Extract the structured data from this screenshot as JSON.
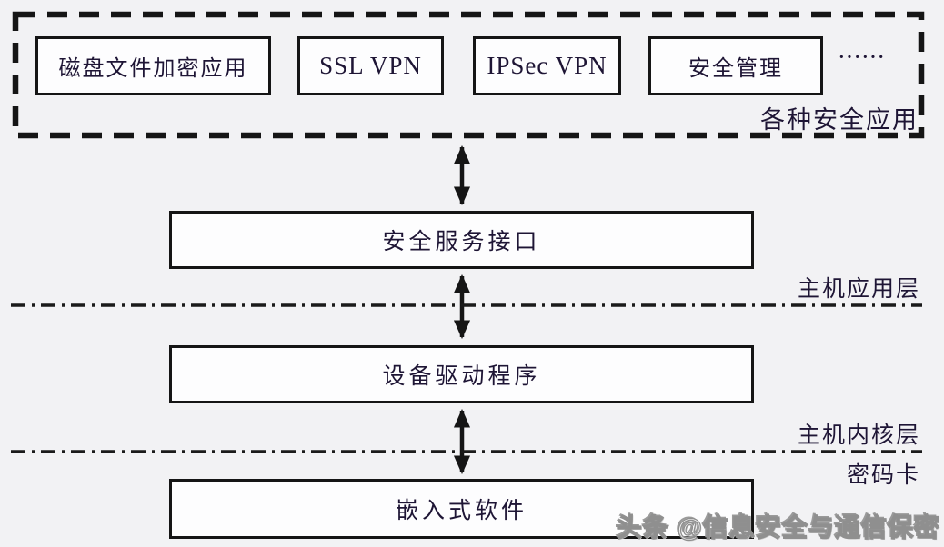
{
  "diagram": {
    "security_apps": {
      "items": [
        {
          "label": "磁盘文件加密应用"
        },
        {
          "label": "SSL VPN"
        },
        {
          "label": "IPSec VPN"
        },
        {
          "label": "安全管理"
        }
      ],
      "ellipsis": "······",
      "group_label": "各种安全应用"
    },
    "service_interface_box": {
      "label": "安全服务接口"
    },
    "device_driver_box": {
      "label": "设备驱动程序"
    },
    "embedded_software_box": {
      "label": "嵌入式软件"
    },
    "layer_labels": {
      "host_application_layer": "主机应用层",
      "host_kernel_layer": "主机内核层",
      "crypto_card": "密码卡"
    },
    "watermark": "头条 @信息安全与通信保密",
    "colors": {
      "background": "#f2f2f4",
      "box_fill": "#fdfdfe",
      "line": "#151515",
      "text": "#1e1535",
      "watermark": "#8f8f8f"
    }
  }
}
